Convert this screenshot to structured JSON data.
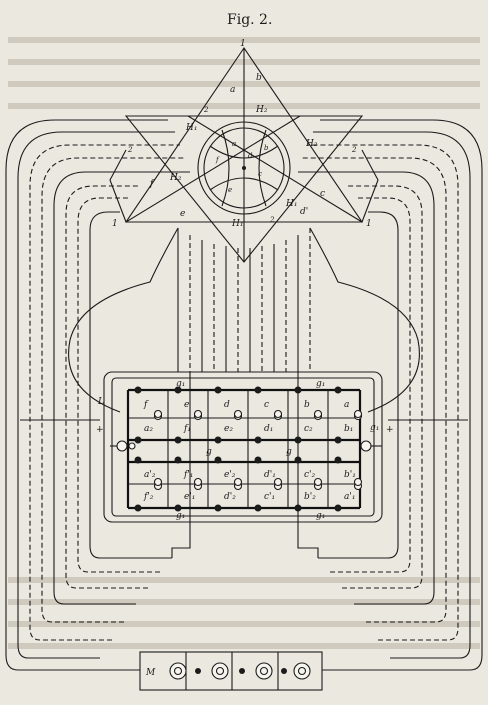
{
  "figure": {
    "title": "Fig. 2.",
    "labels": {
      "vertex_top": "1",
      "vertex_left": "1",
      "vertex_right": "1",
      "two_top": "2",
      "two_left": "2",
      "two_right": "2",
      "two_bottom": "2",
      "a": "a",
      "b": "b",
      "c": "c",
      "d_prime": "d'",
      "e": "e",
      "f": "f",
      "H2_top": "H₂",
      "H1_left": "H₁",
      "H2_left": "H₂",
      "H2_right": "H₂",
      "H1_right": "H₁",
      "H1_bottom": "H₁",
      "inner_d": "d",
      "inner_b": "b",
      "inner_c": "c",
      "inner_e": "e",
      "inner_f": "f",
      "inner_a": "a",
      "plus_left": "+",
      "plus_right": "+",
      "L": "L",
      "g1_top_left": "g₁",
      "g1_top_right": "g₁",
      "g_mid_left": "g",
      "g_mid_right": "g",
      "g1_bottom_left": "g₁",
      "g1_bottom_right": "g₁",
      "g1_side": "g₁",
      "M": "M"
    },
    "board_rows": [
      [
        "f",
        "e",
        "d",
        "c",
        "b",
        "a"
      ],
      [
        "a₂",
        "f₁",
        "e₂",
        "d₁",
        "c₂",
        "b₁"
      ],
      [
        "a'₂",
        "f'₁",
        "e'₂",
        "d'₁",
        "c'₂",
        "b'₁"
      ],
      [
        "f'₂",
        "e'₁",
        "d'₂",
        "c'₁",
        "b'₂",
        "a'₁"
      ]
    ]
  }
}
